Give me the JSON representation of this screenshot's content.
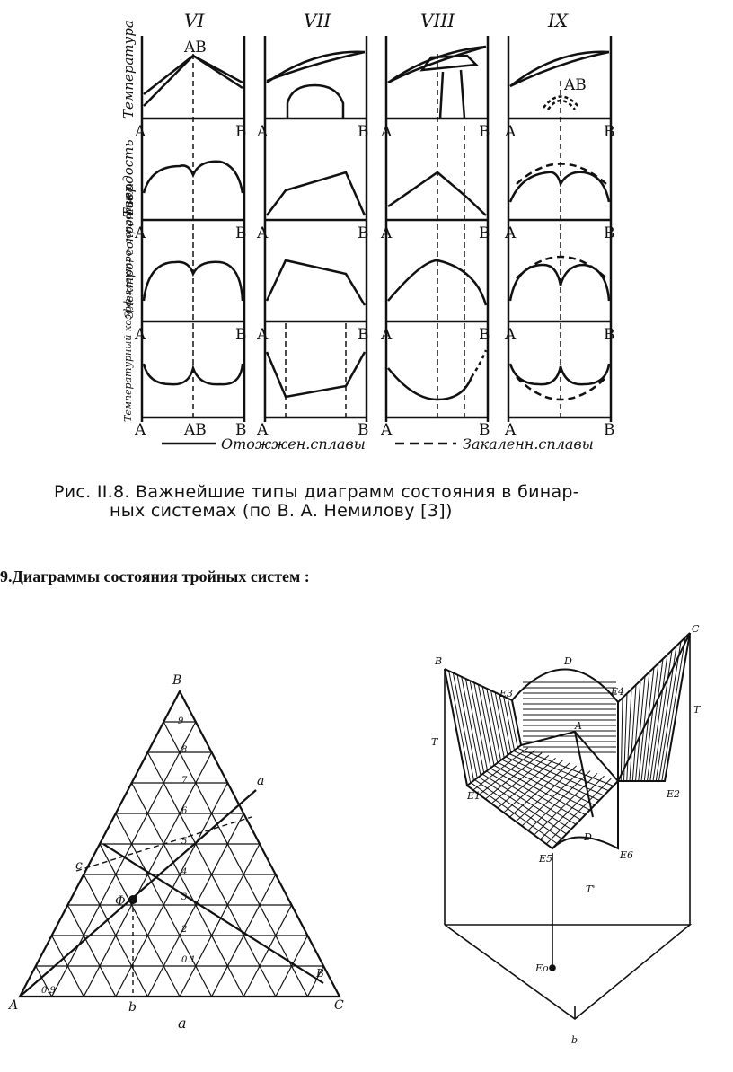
{
  "figure_top": {
    "columns": [
      "VI",
      "VII",
      "VIII",
      "IX"
    ],
    "row_labels": [
      "Температура",
      "Твердость",
      "Электро- сопротивл.",
      "Температурный коэфф.электро- сопротивл."
    ],
    "axis_left": "A",
    "axis_right": "B",
    "axis_mid": "AB",
    "compound_label": "AB",
    "legend_annealed": "Отожжен.сплавы",
    "legend_quenched": "Закаленн.сплавы"
  },
  "caption": {
    "line1": "Рис. II.8. Важнейшие типы диаграмм состояния в бинар-",
    "line2": "ных системах (по В. А. Немилову [3])"
  },
  "section_title": "9.Диаграммы  состояния  тройных систем :",
  "triangle": {
    "vertex_top": "B",
    "vertex_left": "A",
    "vertex_right": "C",
    "point_a": "a",
    "point_b": "b",
    "point_c": "c",
    "point_phi": "Ф",
    "point_B": "B",
    "caption": "a",
    "side_labels": [
      "9",
      "8",
      "7",
      "6",
      "5",
      "4",
      "3",
      "2",
      "0.1",
      "0.9"
    ]
  },
  "prism": {
    "labels": [
      "B",
      "C",
      "D",
      "E3",
      "E4",
      "A",
      "E1",
      "E2",
      "D",
      "E5",
      "E6",
      "T",
      "T",
      "T'",
      "Eo",
      "b"
    ]
  },
  "colors": {
    "ink": "#111111",
    "background": "#ffffff"
  }
}
